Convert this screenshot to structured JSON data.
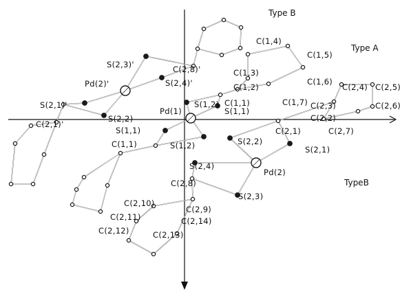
{
  "title_types": {
    "type_b_top": "Type B",
    "type_a": "Type A",
    "type_b_right": "TypeB"
  },
  "labels": {
    "S23p": "S(2,3)'",
    "C28p": "C(2,8)'",
    "Pd2p": "Pd(2)'",
    "S24p": "S(2,4)'",
    "S21p": "S(2,1)'",
    "C21p": "C(2,1)'",
    "S22a": "S(2,2)",
    "C14": "C(1,4)",
    "C15": "C(1,5)",
    "C13": "C(1,3)",
    "C12": "C(1,2)",
    "C16": "C(1,6)",
    "C17": "C(1,7)",
    "S12a": "S(1,2)",
    "C11a": "C(1,1)",
    "S11a": "S(1,1)",
    "Pd1": "Pd(1)",
    "S11b": "S(1,1)",
    "C11b": "C(1,1)",
    "S12b": "S(1,2)",
    "C24": "C(2,4)",
    "C25": "C(2,5)",
    "C23": "C(2,3)",
    "C22": "C(2,2)",
    "C26": "C(2,6)",
    "C21": "C(2,1)",
    "C27": "C(2,7)",
    "S22b": "S(2,2)",
    "S21b": "S(2,1)",
    "S24": "S(2,4)",
    "Pd2": "Pd(2)",
    "C28": "C(2,8)",
    "S23": "S(2,3)",
    "C210": "C(2,10)",
    "C29": "C(2,9)",
    "C211": "C(2,11)",
    "C214": "C(2,14)",
    "C212": "C(2,12)",
    "C213": "C(2,13)"
  }
}
